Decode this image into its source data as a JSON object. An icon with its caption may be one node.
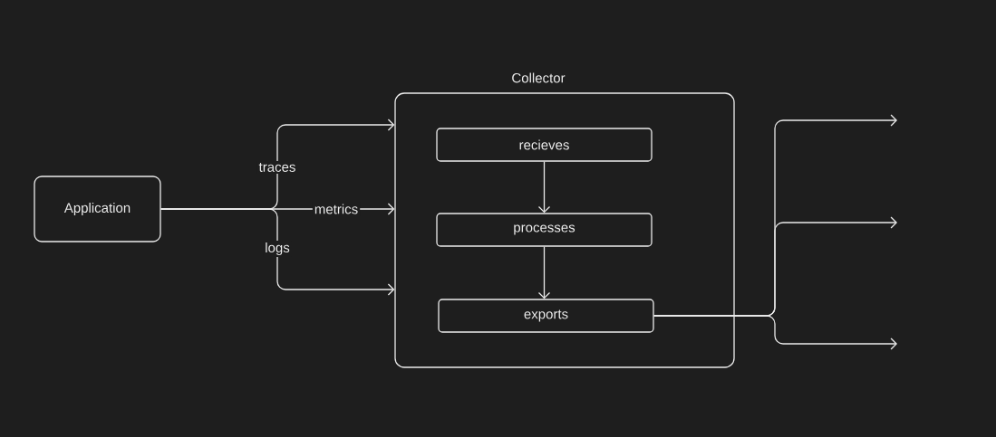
{
  "diagram": {
    "nodes": [
      {
        "text": [
          "Application"
        ]
      },
      {
        "text": [
          "Collector"
        ]
      },
      {
        "text": [
          "recieves"
        ],
        "in": 1
      },
      {
        "text": [
          "processes"
        ],
        "in": 1
      },
      {
        "text": [
          "exports"
        ],
        "in": 1
      }
    ],
    "edges": [
      {
        "from": 0,
        "to": 1,
        "arrow": "to",
        "label": "traces"
      },
      {
        "from": 0,
        "to": 1,
        "arrow": "to",
        "label": "metrics"
      },
      {
        "from": 0,
        "to": 1,
        "arrow": "to",
        "label": "logs"
      },
      {
        "from": 2,
        "to": 3,
        "arrow": "to"
      },
      {
        "from": 3,
        "to": 4,
        "arrow": "to"
      },
      {
        "from": 4,
        "to": null,
        "arrow": "to"
      },
      {
        "from": 4,
        "to": null,
        "arrow": "to"
      },
      {
        "from": 4,
        "to": null,
        "arrow": "to"
      }
    ]
  }
}
